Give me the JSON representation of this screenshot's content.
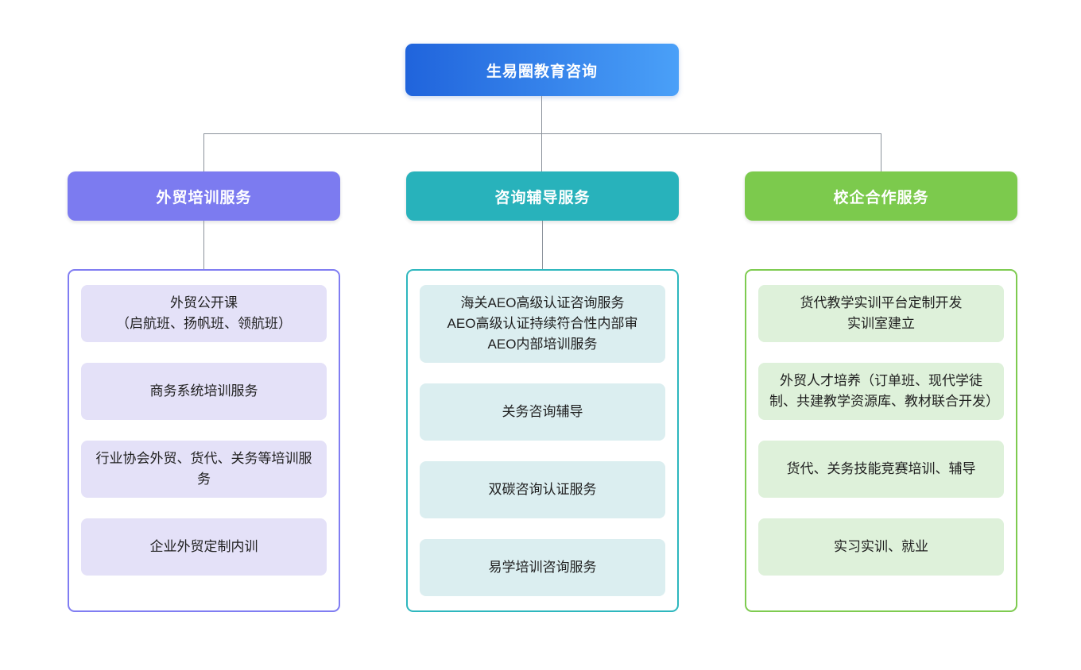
{
  "root": {
    "label": "生易圈教育咨询",
    "gradient_from": "#2064dc",
    "gradient_to": "#4aa0f8"
  },
  "connector_color": "#8b929b",
  "branches": [
    {
      "label": "外贸培训服务",
      "header_color": "#7c7bf0",
      "border_color": "#807df2",
      "item_bg": "#e4e1f8",
      "has_drop_line": true,
      "items": [
        "外贸公开课\n（启航班、扬帆班、领航班）",
        "商务系统培训服务",
        "行业协会外贸、货代、关务等培训服务",
        "企业外贸定制内训"
      ]
    },
    {
      "label": "咨询辅导服务",
      "header_color": "#28b2bb",
      "border_color": "#2eb7be",
      "item_bg": "#dbeef0",
      "has_drop_line": true,
      "items": [
        "海关AEO高级认证咨询服务\nAEO高级认证持续符合性内部审\nAEO内部培训服务",
        "关务咨询辅导",
        "双碳咨询认证服务",
        "易学培训咨询服务"
      ]
    },
    {
      "label": "校企合作服务",
      "header_color": "#7cca4d",
      "border_color": "#7ecb50",
      "item_bg": "#def1da",
      "has_drop_line": false,
      "items": [
        "货代教学实训平台定制开发\n实训室建立",
        "外贸人才培养（订单班、现代学徒制、共建教学资源库、教材联合开发）",
        "货代、关务技能竞赛培训、辅导",
        "实习实训、就业"
      ]
    }
  ]
}
